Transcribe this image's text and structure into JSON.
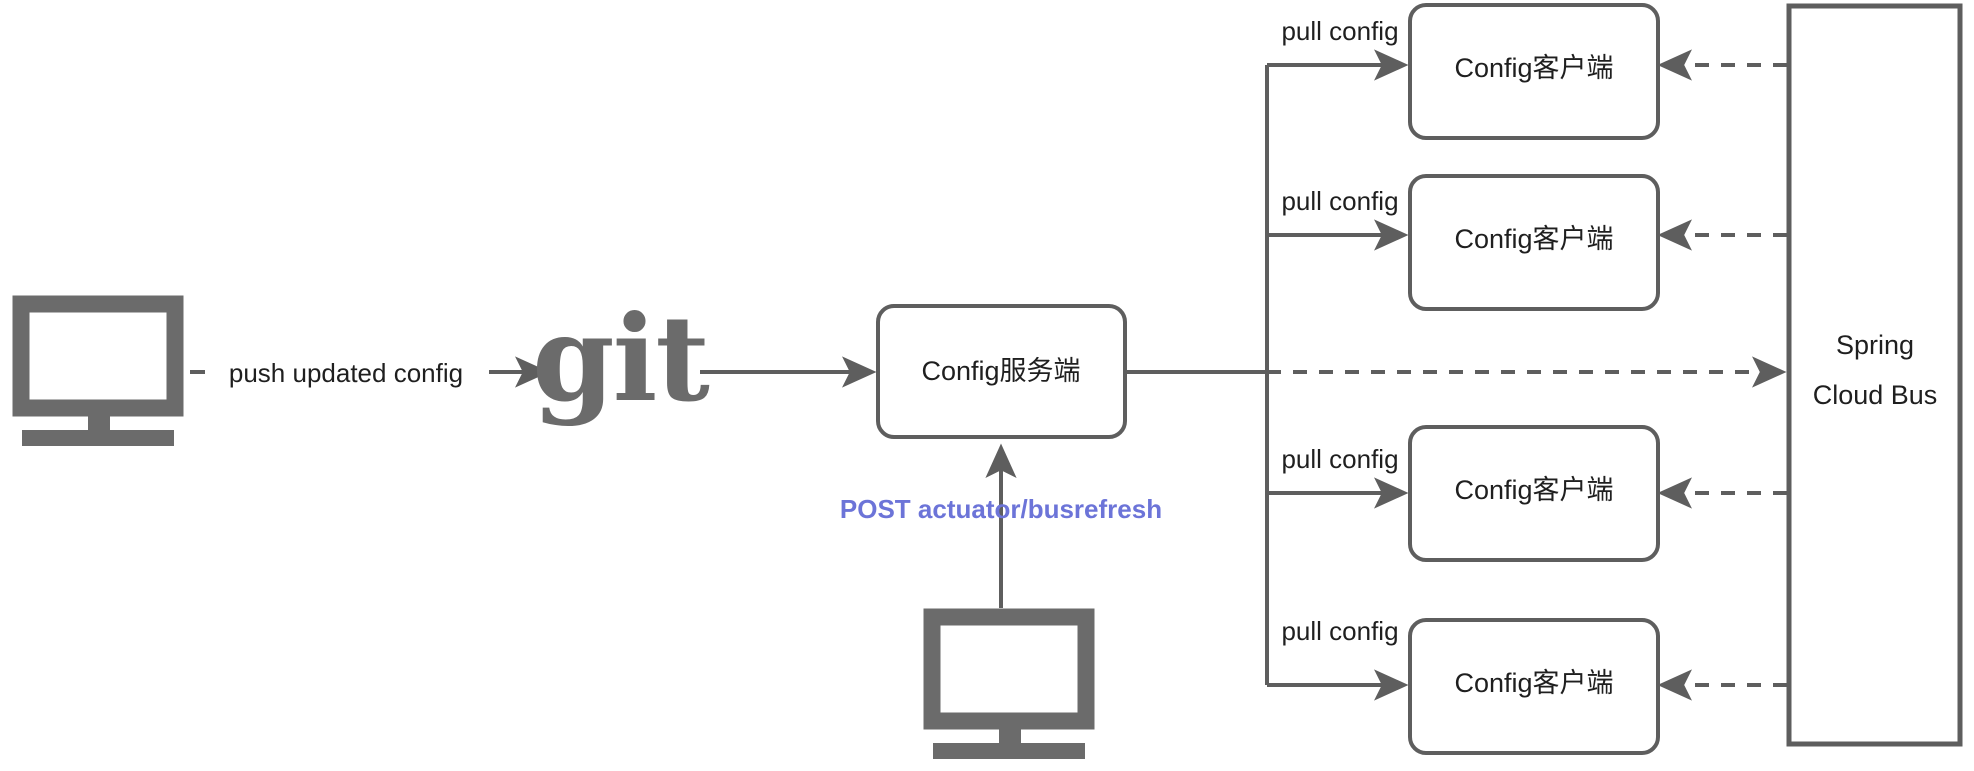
{
  "diagram": {
    "type": "architecture-flow",
    "background": "#ffffff",
    "stroke_color": "#5e5e5e",
    "text_color": "#1f1f1f",
    "accent_color": "#6c74d8",
    "icon_color": "#6b6b6b"
  },
  "nodes": {
    "dev_workstation": {
      "icon": "monitor-icon"
    },
    "git_repo": {
      "label": "git"
    },
    "config_server": {
      "label": "Config服务端"
    },
    "ops_workstation": {
      "icon": "monitor-icon"
    },
    "bus": {
      "label_line1": "Spring",
      "label_line2": "Cloud Bus"
    },
    "clients": [
      {
        "label": "Config客户端"
      },
      {
        "label": "Config客户端"
      },
      {
        "label": "Config客户端"
      },
      {
        "label": "Config客户端"
      }
    ]
  },
  "edges": {
    "push_updated_config": {
      "label": "push updated config",
      "style": "solid"
    },
    "git_to_server": {
      "label": "",
      "style": "solid"
    },
    "post_busrefresh": {
      "label": "POST actuator/busrefresh",
      "style": "solid",
      "color": "#6c74d8"
    },
    "server_to_bus": {
      "label": "",
      "style": "dashed"
    },
    "pull_config": [
      {
        "label": "pull config",
        "style": "solid"
      },
      {
        "label": "pull config",
        "style": "solid"
      },
      {
        "label": "pull config",
        "style": "solid"
      },
      {
        "label": "pull config",
        "style": "solid"
      }
    ],
    "bus_to_clients": [
      {
        "label": "",
        "style": "dashed"
      },
      {
        "label": "",
        "style": "dashed"
      },
      {
        "label": "",
        "style": "dashed"
      },
      {
        "label": "",
        "style": "dashed"
      }
    ]
  }
}
